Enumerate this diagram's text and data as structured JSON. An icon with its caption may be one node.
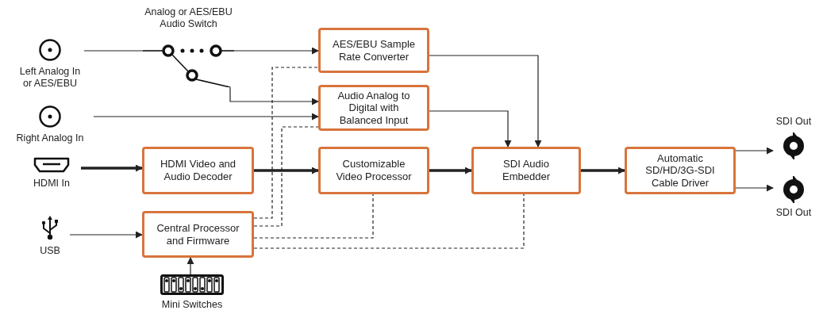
{
  "diagram": {
    "nodes": [
      {
        "text": [
          "Left Analog In or AES/EBU"
        ]
      },
      {
        "text": [
          "Analog or AES/EBU Audio Switch"
        ]
      },
      {
        "text": [
          "AES/EBU Sample Rate Converter"
        ]
      },
      {
        "text": [
          "Audio Analog to Digital with Balanced Input"
        ]
      },
      {
        "text": [
          "Right Analog In"
        ]
      },
      {
        "text": [
          "HDMI In"
        ]
      },
      {
        "text": [
          "HDMI Video and Audio Decoder"
        ]
      },
      {
        "text": [
          "Customizable Video Processor"
        ]
      },
      {
        "text": [
          "SDI Audio Embedder"
        ]
      },
      {
        "text": [
          "Automatic SD/HD/3G-SDI Cable Driver"
        ]
      },
      {
        "text": [
          "SDI Out"
        ]
      },
      {
        "text": [
          "SDI Out"
        ]
      },
      {
        "text": [
          "USB"
        ]
      },
      {
        "text": [
          "Central Processor and Firmware"
        ]
      },
      {
        "text": [
          "Mini Switches"
        ]
      }
    ],
    "edges": [
      {
        "from": 0,
        "to": 1,
        "arrow": "none"
      },
      {
        "from": 1,
        "to": 2,
        "arrow": "to"
      },
      {
        "from": 1,
        "to": 3,
        "arrow": "to"
      },
      {
        "from": 4,
        "to": 3,
        "arrow": "to"
      },
      {
        "from": 5,
        "to": 6,
        "arrow": "to",
        "style": "thick"
      },
      {
        "from": 6,
        "to": 7,
        "arrow": "to",
        "style": "thick"
      },
      {
        "from": 7,
        "to": 8,
        "arrow": "to",
        "style": "thick"
      },
      {
        "from": 8,
        "to": 9,
        "arrow": "to",
        "style": "thick"
      },
      {
        "from": 9,
        "to": 10,
        "arrow": "to"
      },
      {
        "from": 9,
        "to": 11,
        "arrow": "to"
      },
      {
        "from": 2,
        "to": 8,
        "arrow": "to"
      },
      {
        "from": 3,
        "to": 8,
        "arrow": "to"
      },
      {
        "from": 12,
        "to": 13,
        "arrow": "to"
      },
      {
        "from": 14,
        "to": 13,
        "arrow": "to"
      },
      {
        "from": 13,
        "to": 2,
        "arrow": "none",
        "style": "dashed"
      },
      {
        "from": 13,
        "to": 3,
        "arrow": "none",
        "style": "dashed"
      },
      {
        "from": 13,
        "to": 7,
        "arrow": "none",
        "style": "dashed"
      },
      {
        "from": 13,
        "to": 8,
        "arrow": "none",
        "style": "dashed"
      }
    ]
  }
}
